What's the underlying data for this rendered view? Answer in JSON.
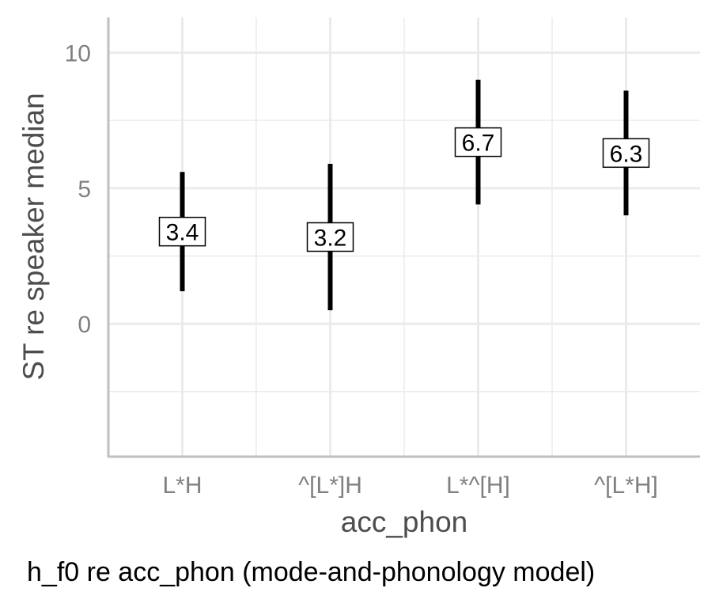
{
  "chart_data": {
    "type": "errorbar",
    "title": "",
    "caption": "h_f0 re acc_phon (mode-and-phonology model)",
    "xlabel": "acc_phon",
    "ylabel": "ST re speaker median",
    "categories": [
      "L*H",
      "^[L*]H",
      "L*^[H]",
      "^[L*H]"
    ],
    "estimates": [
      3.4,
      3.2,
      6.7,
      6.3
    ],
    "estimate_labels": [
      "3.4",
      "3.2",
      "6.7",
      "6.3"
    ],
    "lower": [
      1.2,
      0.5,
      4.4,
      4.0
    ],
    "upper": [
      5.6,
      5.9,
      9.0,
      8.6
    ],
    "ylim": [
      -4.9,
      11.3
    ],
    "yticks": [
      0,
      5,
      10
    ],
    "ytick_labels": [
      "0",
      "5",
      "10"
    ],
    "grid": true,
    "colors": {
      "bar": "#000000",
      "grid": "#ebebeb",
      "axis": "#bfbfbf",
      "tick_text": "#808080",
      "title_text": "#4d4d4d"
    }
  }
}
